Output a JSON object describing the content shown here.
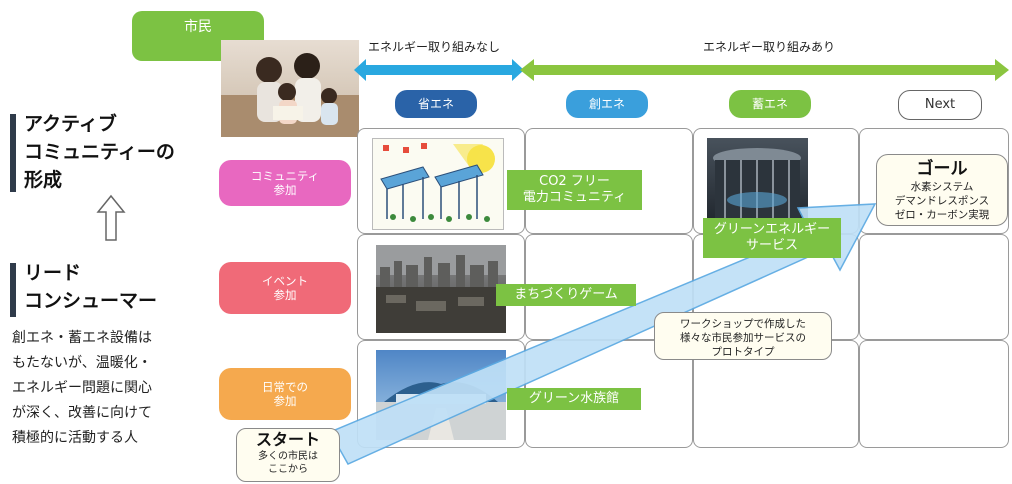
{
  "header": {
    "citizen_label": "市民",
    "no_effort_label": "エネルギー取り組みなし",
    "effort_label": "エネルギー取り組みあり"
  },
  "columns": [
    {
      "label": "省エネ",
      "color": "#2a63a8"
    },
    {
      "label": "創エネ",
      "color": "#3a9fdc"
    },
    {
      "label": "蓄エネ",
      "color": "#7cc243"
    },
    {
      "label": "Next",
      "color": "#ffffff"
    }
  ],
  "rows": [
    {
      "label": "コミュニティ\n参加",
      "color": "#e868c0"
    },
    {
      "label": "イベント\n参加",
      "color": "#f06a78"
    },
    {
      "label": "日常での\n参加",
      "color": "#f5a94e"
    }
  ],
  "services": {
    "co2_free": "CO2 フリー\n電力コミュニティ",
    "green_energy": "グリーンエネルギー\nサービス",
    "town_game": "まちづくりゲーム",
    "aquarium": "グリーン水族館"
  },
  "goal": {
    "title": "ゴール",
    "lines": "水素システム\nデマンドレスポンス\nゼロ・カーボン実現"
  },
  "start": {
    "title": "スタート",
    "lines": "多くの市民は\nここから"
  },
  "workshop_note": "ワークショップで作成した\n様々な市民参加サービスの\nプロトタイプ",
  "sidebar": {
    "active_heading": "アクティブ\nコミュニティーの\n形成",
    "lead_heading": "リード\nコンシューマー",
    "lead_description": "創エネ・蓄エネ設備は\nもたないが、温暖化・\nエネルギー問題に関心\nが深く、改善に向けて\n積極的に活動する人"
  }
}
